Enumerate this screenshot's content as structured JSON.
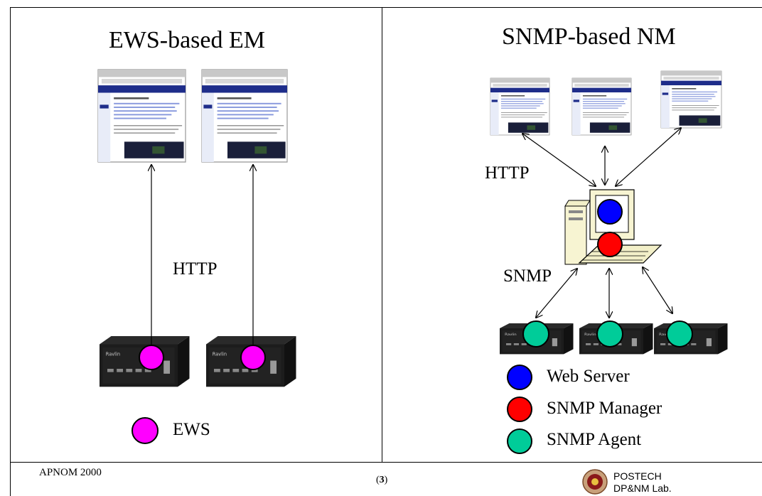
{
  "left_panel": {
    "title": "EWS-based EM",
    "protocol_label": "HTTP",
    "legend": [
      {
        "text": "EWS",
        "color": "#ff00ff"
      }
    ]
  },
  "right_panel": {
    "title": "SNMP-based NM",
    "http_label": "HTTP",
    "snmp_label": "SNMP",
    "legend": [
      {
        "text": "Web Server",
        "color": "#0000ff"
      },
      {
        "text": "SNMP Manager",
        "color": "#ff0000"
      },
      {
        "text": "SNMP Agent",
        "color": "#00cc99"
      }
    ]
  },
  "footer": {
    "conference": "APNOM 2000",
    "page_prefix": "(",
    "page": "3",
    "page_suffix": ")",
    "org_line1": "POSTECH",
    "org_line2": "DP&NM Lab."
  },
  "icons": {
    "browser": "browser-screenshot-icon",
    "device": "network-device-icon",
    "computer": "desktop-computer-icon",
    "logo": "university-seal-logo"
  }
}
